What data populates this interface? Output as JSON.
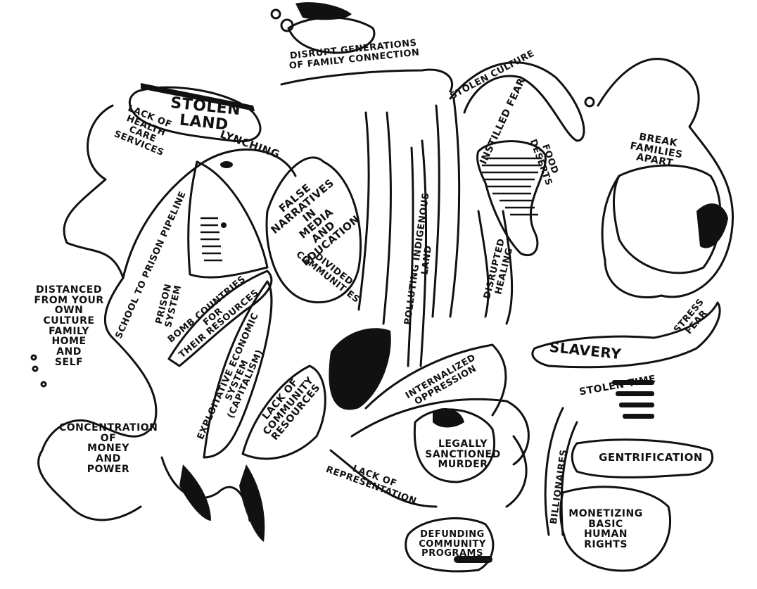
{
  "labels": {
    "stolen_land": "Stolen Land",
    "lynching": "Lynching",
    "lack_health_care": "Lack of\nHealth\nCare\nServices",
    "school_to_prison": "School to Prison Pipeline",
    "prison_system": "Prison System",
    "distanced": "Distanced\nfrom your\nown\nculture\nfamily\nhome\nand\nself",
    "concentration": "Concentration\nof\nmoney\nand\npower",
    "bomb_countries": "Bomb countries for\ntheir resources",
    "exploitative": "Exploitative Economic System\n(Capitalism)",
    "lack_community": "Lack of\ncommunity\nresources",
    "false_narratives": "False\nnarratives\nin\nmedia\nand\neducation",
    "divided_communities": "Divided Communities",
    "disrupt_generations": "Disrupt generations\nof family connection",
    "stolen_culture": "Stolen Culture",
    "instilled_fear": "Instilled Fear",
    "polluting_land": "Polluting Indigenous Land",
    "disrupted_healing": "Disrupted Healing",
    "food_deserts": "Food Deserts",
    "break_families": "Break\nfamilies\napart",
    "slavery": "Slavery",
    "stress_fear": "Stress\nFear",
    "stolen_time": "Stolen Time",
    "gentrification": "Gentrification",
    "billionaires": "Billionaires",
    "monetizing": "Monetizing\nbasic\nhuman\nrights",
    "internalized": "Internalized Oppression",
    "legally_sanctioned": "Legally\nsanctioned\nmurder",
    "lack_representation": "Lack of Representation",
    "defunding": "Defunding\ncommunity\nprograms"
  },
  "colors": {
    "ink": "#111111",
    "paper": "#ffffff"
  }
}
